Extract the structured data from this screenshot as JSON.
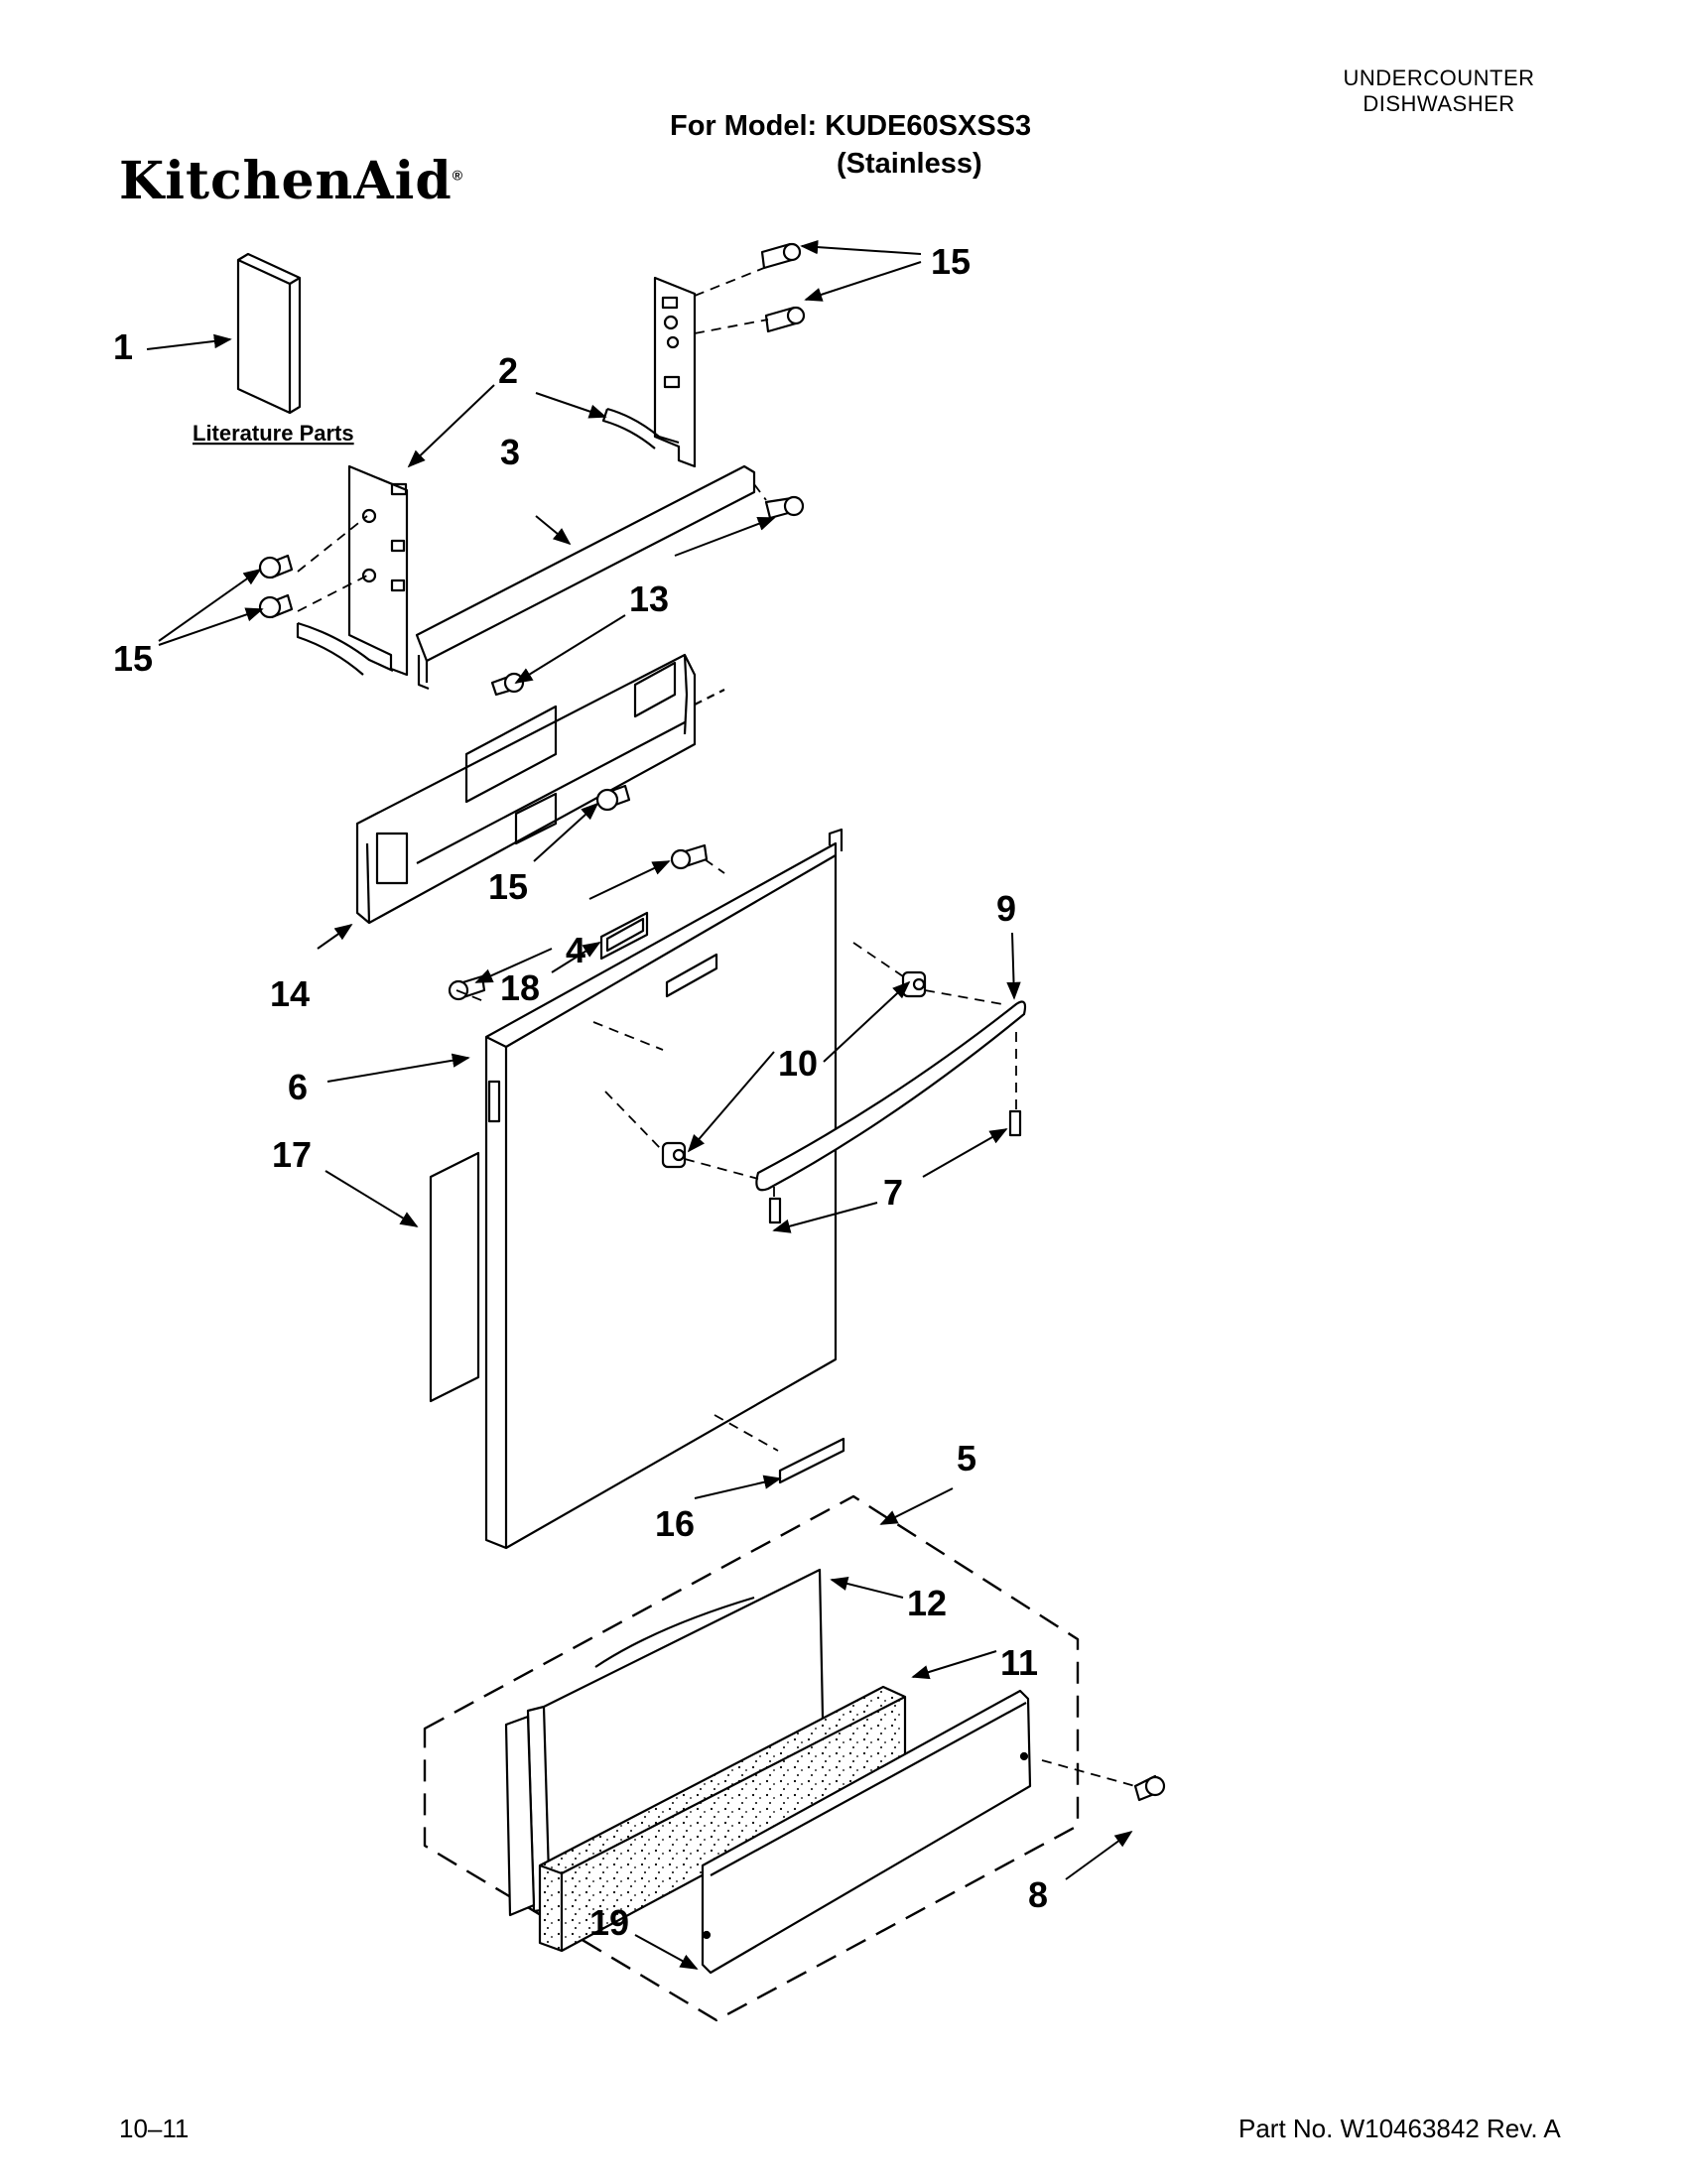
{
  "header": {
    "appliance_line1": "UNDERCOUNTER",
    "appliance_line2": "DISHWASHER",
    "model_line": "For Model: KUDE60SXSS3",
    "model_variant": "(Stainless)",
    "brand": "KitchenAid"
  },
  "literature_label": "Literature Parts",
  "callouts": {
    "c1": "1",
    "c2": "2",
    "c3": "3",
    "c4": "4",
    "c5": "5",
    "c6": "6",
    "c7": "7",
    "c8": "8",
    "c9": "9",
    "c10": "10",
    "c11": "11",
    "c12": "12",
    "c13": "13",
    "c14": "14",
    "c15a": "15",
    "c15b": "15",
    "c15c": "15",
    "c16": "16",
    "c17": "17",
    "c18": "18",
    "c19": "19"
  },
  "footer": {
    "date_code": "10–11",
    "part_number": "Part No. W10463842 Rev. A"
  }
}
